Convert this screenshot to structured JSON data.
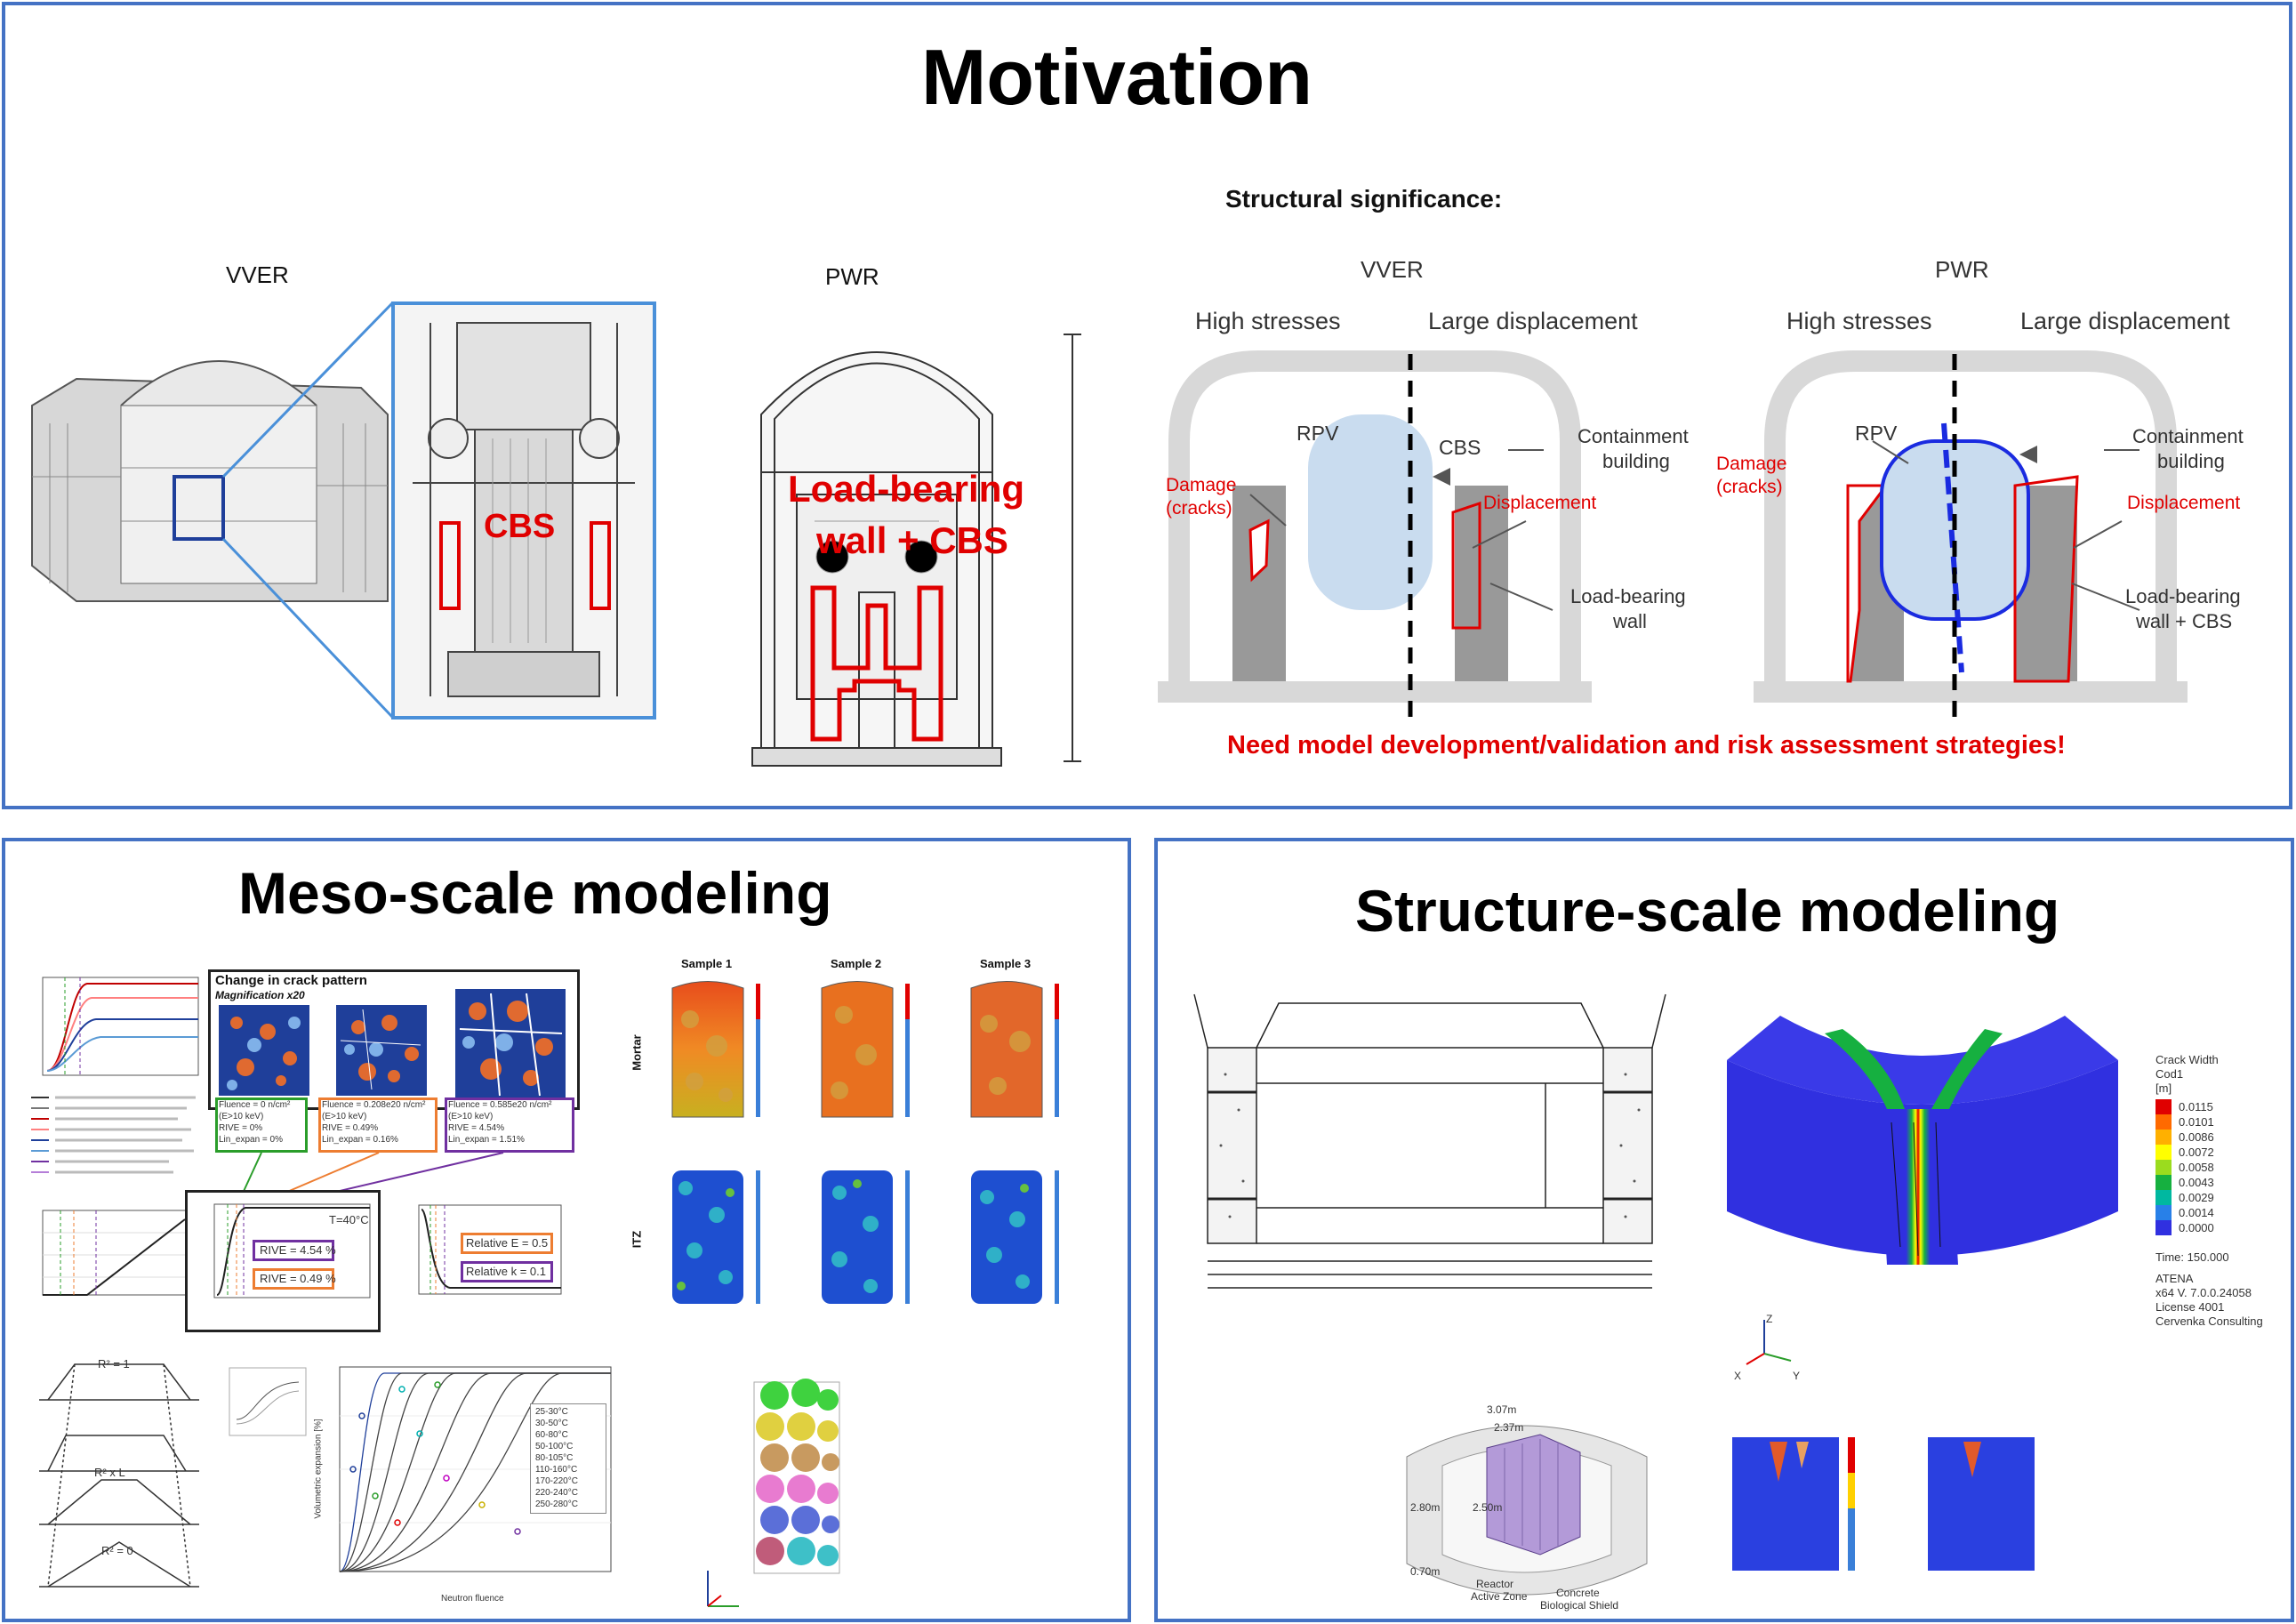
{
  "top": {
    "title": "Motivation",
    "vver_caption": "VVER",
    "pwr_caption": "PWR",
    "cbs_label": "CBS",
    "pwr_overlay": [
      "Load-bearing",
      "wall + CBS"
    ],
    "significance": {
      "heading": "Structural significance:",
      "vver": {
        "title": "VVER",
        "high_stresses": "High stresses",
        "large_displacement": "Large displacement",
        "rpv": "RPV",
        "cbs": "CBS",
        "damage": [
          "Damage",
          "(cracks)"
        ],
        "displacement": "Displacement",
        "containment": [
          "Containment",
          "building"
        ],
        "loadbearing": [
          "Load-bearing",
          "wall"
        ]
      },
      "pwr": {
        "title": "PWR",
        "high_stresses": "High stresses",
        "large_displacement": "Large displacement",
        "rpv": "RPV",
        "damage": [
          "Damage",
          "(cracks)"
        ],
        "displacement": "Displacement",
        "containment": [
          "Containment",
          "building"
        ],
        "loadbearing": [
          "Load-bearing",
          "wall + CBS"
        ]
      },
      "need": "Need model development/validation and risk assessment strategies!"
    },
    "colors": {
      "panel_border": "#4472c4",
      "red": "#e00000",
      "rpv_fill": "#c9dcef"
    }
  },
  "meso": {
    "title": "Meso-scale modeling",
    "crack": {
      "title": "Change in crack pattern",
      "subtitle": "Magnification x20",
      "boxes": [
        [
          "Fluence = 0 n/cm²",
          "(E>10 keV)",
          "RIVE = 0%",
          "Lin_expan = 0%"
        ],
        [
          "Fluence = 0.208e20 n/cm²",
          "(E>10 keV)",
          "RIVE = 0.49%",
          "Lin_expan = 0.16%"
        ],
        [
          "Fluence = 0.585e20 n/cm²",
          "(E>10 keV)",
          "RIVE = 4.54%",
          "Lin_expan = 1.51%"
        ]
      ]
    },
    "temp_label": "T=40°C",
    "rive_high": "RIVE = 4.54 %",
    "rive_low": "RIVE = 0.49 %",
    "rel_e": "Relative E = 0.5",
    "rel_k": "Relative k = 0.1",
    "samples": [
      "Sample 1",
      "Sample 2",
      "Sample 3"
    ],
    "row_labels": [
      "Mortar",
      "ITZ"
    ],
    "r2": [
      "R² = 1",
      "R² x L",
      "R² = 0"
    ],
    "legend": [
      "25-30°C",
      "30-50°C",
      "60-80°C",
      "50-100°C",
      "80-105°C",
      "110-160°C",
      "170-220°C",
      "220-240°C",
      "250-280°C"
    ],
    "plot_xlabel": "Neutron fluence",
    "plot_ylabel": "Volumetric expansion [%]"
  },
  "struct": {
    "title": "Structure-scale modeling",
    "legend_title": [
      "Crack Width",
      "Cod1",
      "[m]"
    ],
    "legend_values": [
      "0.0115",
      "0.0101",
      "0.0086",
      "0.0072",
      "0.0058",
      "0.0043",
      "0.0029",
      "0.0014",
      "0.0000"
    ],
    "legend_colors": [
      "#e00000",
      "#ff6a00",
      "#ffb000",
      "#ffff00",
      "#9bdc1e",
      "#16b040",
      "#00b8a0",
      "#2880e8",
      "#3030e0"
    ],
    "time": "Time:  150.000",
    "software": [
      "ATENA",
      "x64 V. 7.0.0.24058",
      "License 4001",
      "Cervenka Consulting"
    ],
    "dims": [
      "3.07m",
      "2.37m",
      "2.80m",
      "2.50m",
      "0.70m"
    ],
    "reactor": [
      "Reactor",
      "Active Zone"
    ],
    "shield": [
      "Concrete",
      "Biological Shield"
    ],
    "axes": [
      "Z",
      "X",
      "Y"
    ]
  }
}
